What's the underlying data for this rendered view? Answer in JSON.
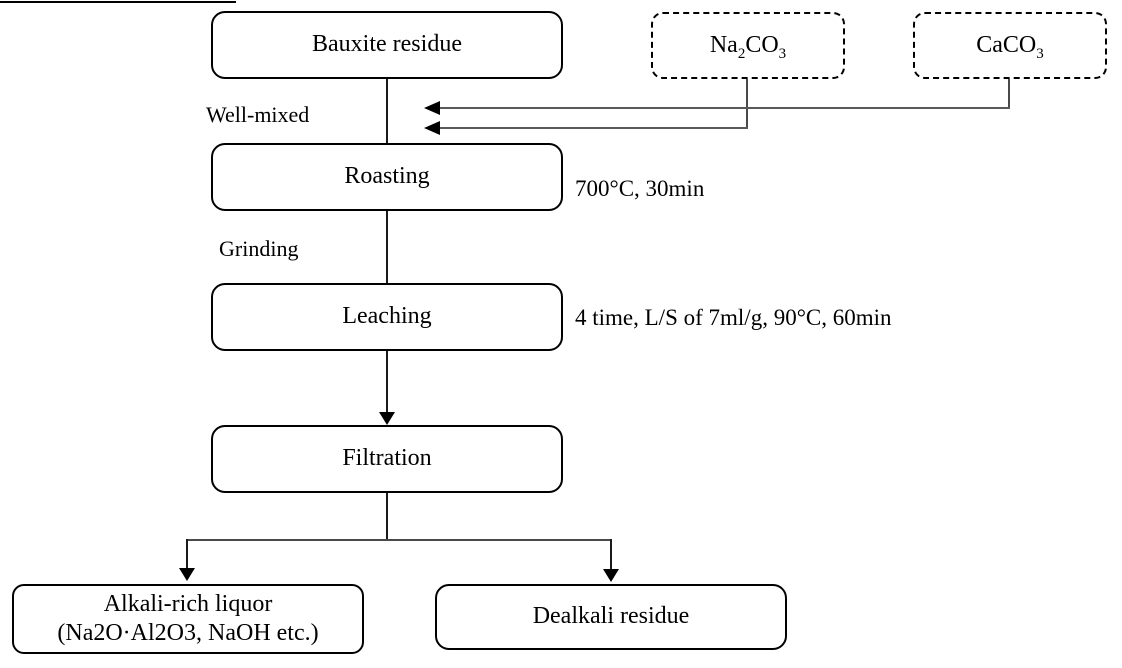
{
  "colors": {
    "ink": "#000000",
    "arrow_shaft": "#595959",
    "background": "#ffffff"
  },
  "nodes": {
    "bauxite": "Bauxite residue",
    "roasting": "Roasting",
    "leaching": "Leaching",
    "filtration": "Filtration",
    "alkali_line1": "Alkali-rich liquor",
    "alkali_line2": "(Na2O·Al2O3, NaOH etc.)",
    "dealkali": "Dealkali residue"
  },
  "reagents": {
    "na2co3": {
      "p1": "Na",
      "s1": "2",
      "p2": "CO",
      "s2": "3"
    },
    "caco3": {
      "p1": "CaCO",
      "s1": "3"
    }
  },
  "step_labels": {
    "well_mixed": "Well-mixed",
    "grinding": "Grinding"
  },
  "conditions": {
    "roasting": "700°C, 30min",
    "leaching": "4 time, L/S of 7ml/g, 90°C, 60min"
  },
  "edges": [
    {
      "from": "Bauxite residue",
      "to": "Roasting",
      "label": "Well-mixed"
    },
    {
      "from": "Na2CO3",
      "to": "mixing junction before Roasting"
    },
    {
      "from": "CaCO3",
      "to": "mixing junction before Roasting"
    },
    {
      "from": "Roasting",
      "to": "Leaching",
      "label": "Grinding"
    },
    {
      "from": "Leaching",
      "to": "Filtration"
    },
    {
      "from": "Filtration",
      "to": "Alkali-rich liquor (Na2O·Al2O3, NaOH etc.)"
    },
    {
      "from": "Filtration",
      "to": "Dealkali residue"
    }
  ]
}
